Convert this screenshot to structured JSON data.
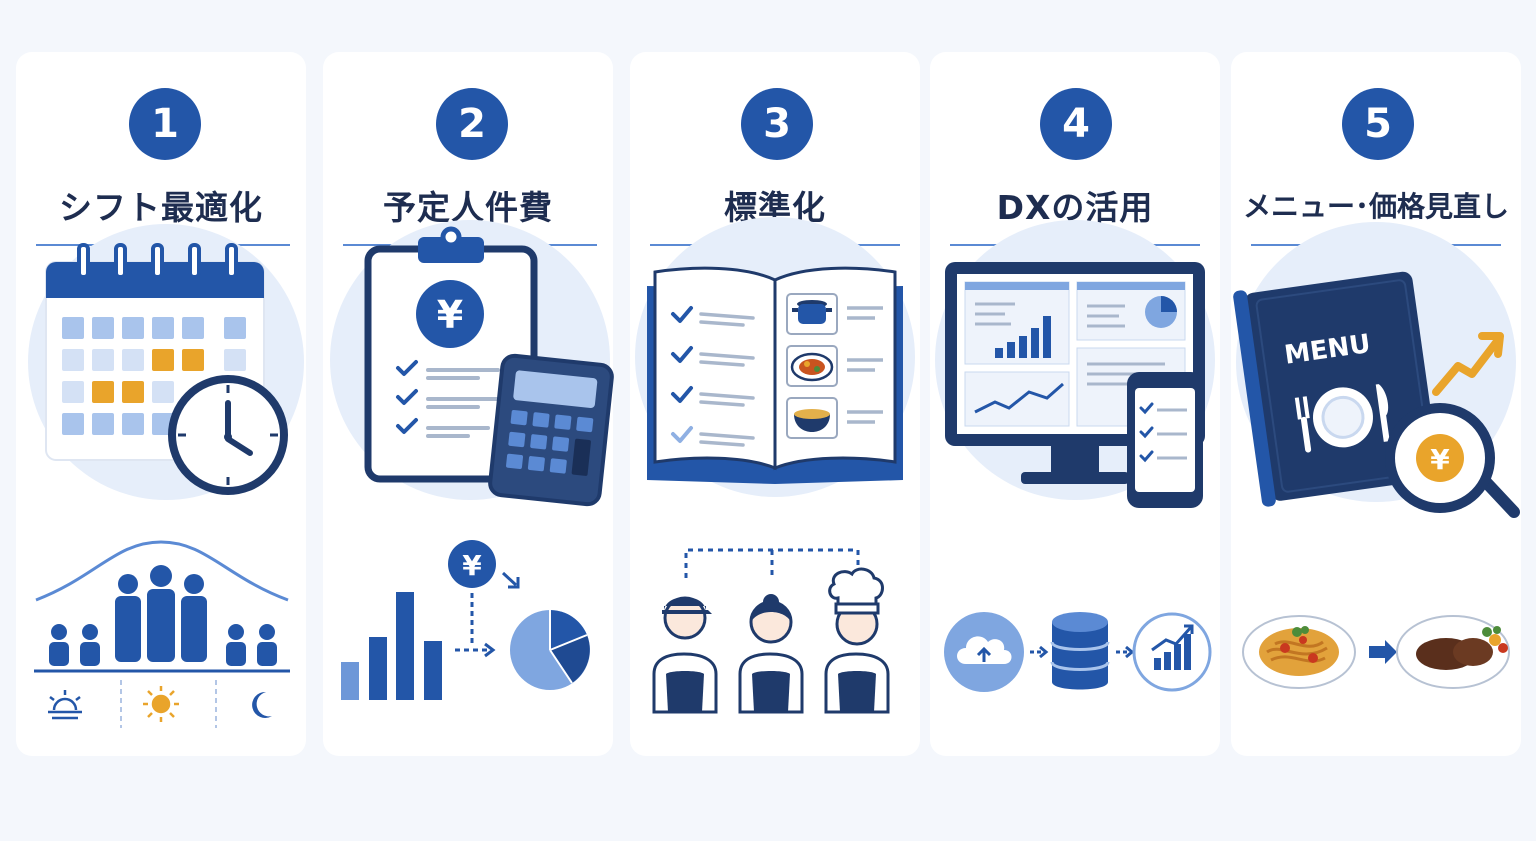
{
  "colors": {
    "primary": "#2356a8",
    "dark": "#1f3a6b",
    "light_blue": "#a9c4ec",
    "pale_blue": "#e6eefa",
    "accent_orange": "#e9a42b",
    "title_text": "#1e2d50"
  },
  "steps": [
    {
      "number": "1",
      "title": "シフト最適化",
      "icons": [
        "calendar-icon",
        "clock-icon",
        "staff-demand-curve-icon",
        "sunrise-icon",
        "sun-icon",
        "moon-icon"
      ]
    },
    {
      "number": "2",
      "title": "予定人件費",
      "currency_symbol": "¥",
      "icons": [
        "clipboard-icon",
        "yen-coin-icon",
        "checklist-icon",
        "calculator-icon",
        "bar-chart-icon",
        "pie-chart-icon"
      ]
    },
    {
      "number": "3",
      "title": "標準化",
      "icons": [
        "manual-book-icon",
        "checklist-icon",
        "pot-icon",
        "dish-icon",
        "bowl-icon",
        "staff-icon",
        "chef-icon"
      ]
    },
    {
      "number": "4",
      "title": "DXの活用",
      "icons": [
        "monitor-dashboard-icon",
        "smartphone-icon",
        "cloud-upload-icon",
        "database-icon",
        "growth-chart-icon"
      ]
    },
    {
      "number": "5",
      "title": "メニュー･価格見直し",
      "menu_label": "MENU",
      "currency_symbol": "¥",
      "icons": [
        "menu-book-icon",
        "magnifier-icon",
        "yen-coin-icon",
        "upward-arrow-icon",
        "pasta-plate-icon",
        "steak-plate-icon"
      ]
    }
  ]
}
